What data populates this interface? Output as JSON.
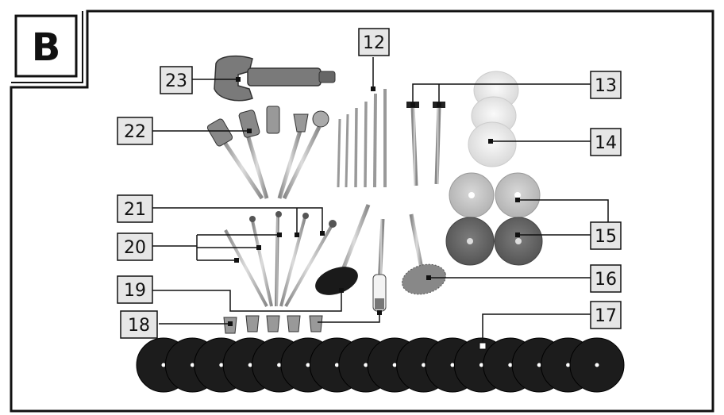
{
  "panel": {
    "label": "B"
  },
  "callouts": [
    {
      "id": "c12",
      "number": "12"
    },
    {
      "id": "c13",
      "number": "13"
    },
    {
      "id": "c14",
      "number": "14"
    },
    {
      "id": "c15",
      "number": "15"
    },
    {
      "id": "c16",
      "number": "16"
    },
    {
      "id": "c17",
      "number": "17"
    },
    {
      "id": "c18",
      "number": "18"
    },
    {
      "id": "c19",
      "number": "19"
    },
    {
      "id": "c20",
      "number": "20"
    },
    {
      "id": "c21",
      "number": "21"
    },
    {
      "id": "c22",
      "number": "22"
    },
    {
      "id": "c23",
      "number": "23"
    }
  ],
  "colors": {
    "outline": "#111111",
    "label_fill": "#e6e6e6",
    "disc_dark": "#1c1c1c",
    "felt_light": "#ededed",
    "stone_pink": "#c7c7c7",
    "stone_dark": "#6a6a6a",
    "wire_brush": "#8a8a8a",
    "shaft": "#b5b5b5"
  }
}
